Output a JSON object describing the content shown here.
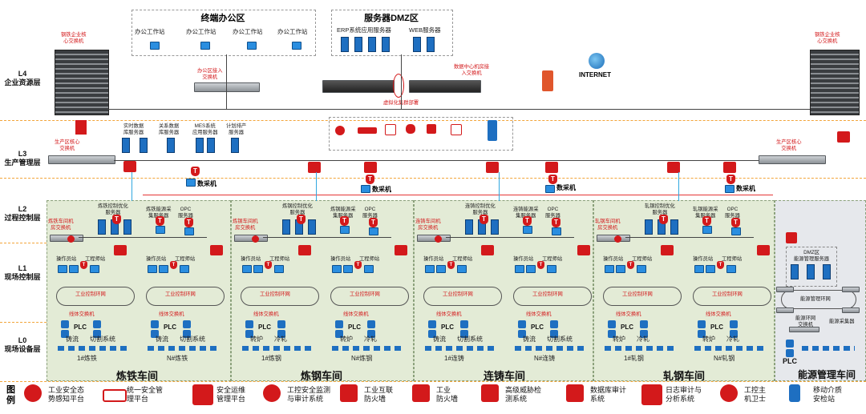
{
  "layers": {
    "l4": [
      "L4",
      "企业资源层"
    ],
    "l3": [
      "L3",
      "生产管理层"
    ],
    "l2": [
      "L2",
      "过程控制层"
    ],
    "l1": [
      "L1",
      "现场控制层"
    ],
    "l0": [
      "L0",
      "现场设备层"
    ]
  },
  "top": {
    "office_title": "终端办公区",
    "workstation": "办公工作站",
    "dmz_title": "服务器DMZ区",
    "erp": "ERP系统应用服务器",
    "web": "WEB服务器",
    "core_left": [
      "钢铁企业核",
      "心交换机"
    ],
    "core_right": [
      "钢铁企业核",
      "心交换机"
    ],
    "office_access": [
      "办公区接入",
      "交换机"
    ],
    "dc_access": [
      "数据中心机房接",
      "入交换机"
    ],
    "cluster": "虚拟化集群部署",
    "internet": "INTERNET"
  },
  "l3": {
    "prod_core_left": [
      "生产区核心",
      "交换机"
    ],
    "prod_core_right": [
      "生产区核心",
      "交换机"
    ],
    "servers": [
      [
        "实时数据",
        "库服务器"
      ],
      [
        "关系数据",
        "库服务器"
      ],
      [
        "MES系统",
        "应用服务器"
      ],
      [
        "计划排产",
        "服务器"
      ]
    ]
  },
  "common": {
    "collector": "数采机",
    "opc": [
      "OPC",
      "服务器"
    ],
    "operator_ws": "操作员站",
    "engineer_ws": "工程师站",
    "ring": "工业控制环网",
    "line_sw": "线体交换机",
    "plc": "PLC"
  },
  "workshops": [
    {
      "name": "炼铁车间",
      "room": [
        "炼铁车间机",
        "房交换机"
      ],
      "ctrl_server": [
        "炼铁控制优化",
        "服务器"
      ],
      "acq_server": [
        "炼铁能源采",
        "集服务器"
      ],
      "lines": [
        "1#炼铁",
        "N#炼铁"
      ],
      "dev_a": "铸流",
      "dev_b": "切割系统"
    },
    {
      "name": "炼钢车间",
      "room": [
        "炼钢车间机",
        "房交换机"
      ],
      "ctrl_server": [
        "炼钢控制优化",
        "服务器"
      ],
      "acq_server": [
        "炼钢能源采",
        "集服务器"
      ],
      "lines": [
        "1#炼钢",
        "N#炼钢"
      ],
      "dev_a": "转炉",
      "dev_b": "冷轧"
    },
    {
      "name": "连铸车间",
      "room": [
        "连铸车间机",
        "房交换机"
      ],
      "ctrl_server": [
        "连铸控制优化",
        "服务器"
      ],
      "acq_server": [
        "连铸能源采",
        "集服务器"
      ],
      "lines": [
        "1#连铸",
        "N#连铸"
      ],
      "dev_a": "铸流",
      "dev_b": "切割系统"
    },
    {
      "name": "轧钢车间",
      "room": [
        "轧钢车间机",
        "房交换机"
      ],
      "ctrl_server": [
        "轧钢控制优化",
        "服务器"
      ],
      "acq_server": [
        "轧钢能源采",
        "集服务器"
      ],
      "lines": [
        "1#轧钢",
        "N#轧钢"
      ],
      "dev_a": "转炉",
      "dev_b": "冷轧"
    }
  ],
  "energy": {
    "name": "能源管理车间",
    "dmz": [
      "DMZ区",
      "能源管理服务器"
    ],
    "ring": "能源管理环网",
    "sw": [
      "能源环网",
      "交换机"
    ],
    "collector": "能源采集器",
    "plc": "PLC"
  },
  "legend_title": [
    "图",
    "例"
  ],
  "legend": [
    {
      "icon": "situational-awareness-icon",
      "label": [
        "工业安全态",
        "势感知平台"
      ]
    },
    {
      "icon": "unified-management-icon",
      "label": [
        "统一安全管",
        "理平台"
      ]
    },
    {
      "icon": "ops-management-icon",
      "label": [
        "安全运维",
        "管理平台"
      ]
    },
    {
      "icon": "audit-monitor-icon",
      "label": [
        "工控安全监测",
        "与审计系统"
      ]
    },
    {
      "icon": "iiot-firewall-icon",
      "label": [
        "工业互联",
        "防火墙"
      ]
    },
    {
      "icon": "industrial-firewall-icon",
      "label": [
        "工业",
        "防火墙"
      ]
    },
    {
      "icon": "threat-detection-icon",
      "label": [
        "高级威胁检",
        "测系统"
      ]
    },
    {
      "icon": "database-audit-icon",
      "label": [
        "数据库审计",
        "系统"
      ]
    },
    {
      "icon": "log-audit-icon",
      "label": [
        "日志审计与",
        "分析系统"
      ]
    },
    {
      "icon": "host-guard-icon",
      "label": [
        "工控主",
        "机卫士"
      ]
    },
    {
      "icon": "media-kiosk-icon",
      "label": [
        "移动介质",
        "安检站"
      ]
    }
  ],
  "colors": {
    "zone_fill": "#e3ebd6",
    "security_red": "#d3191b",
    "device_blue": "#1e6fc1",
    "layer_dash": "#f2a53a"
  }
}
